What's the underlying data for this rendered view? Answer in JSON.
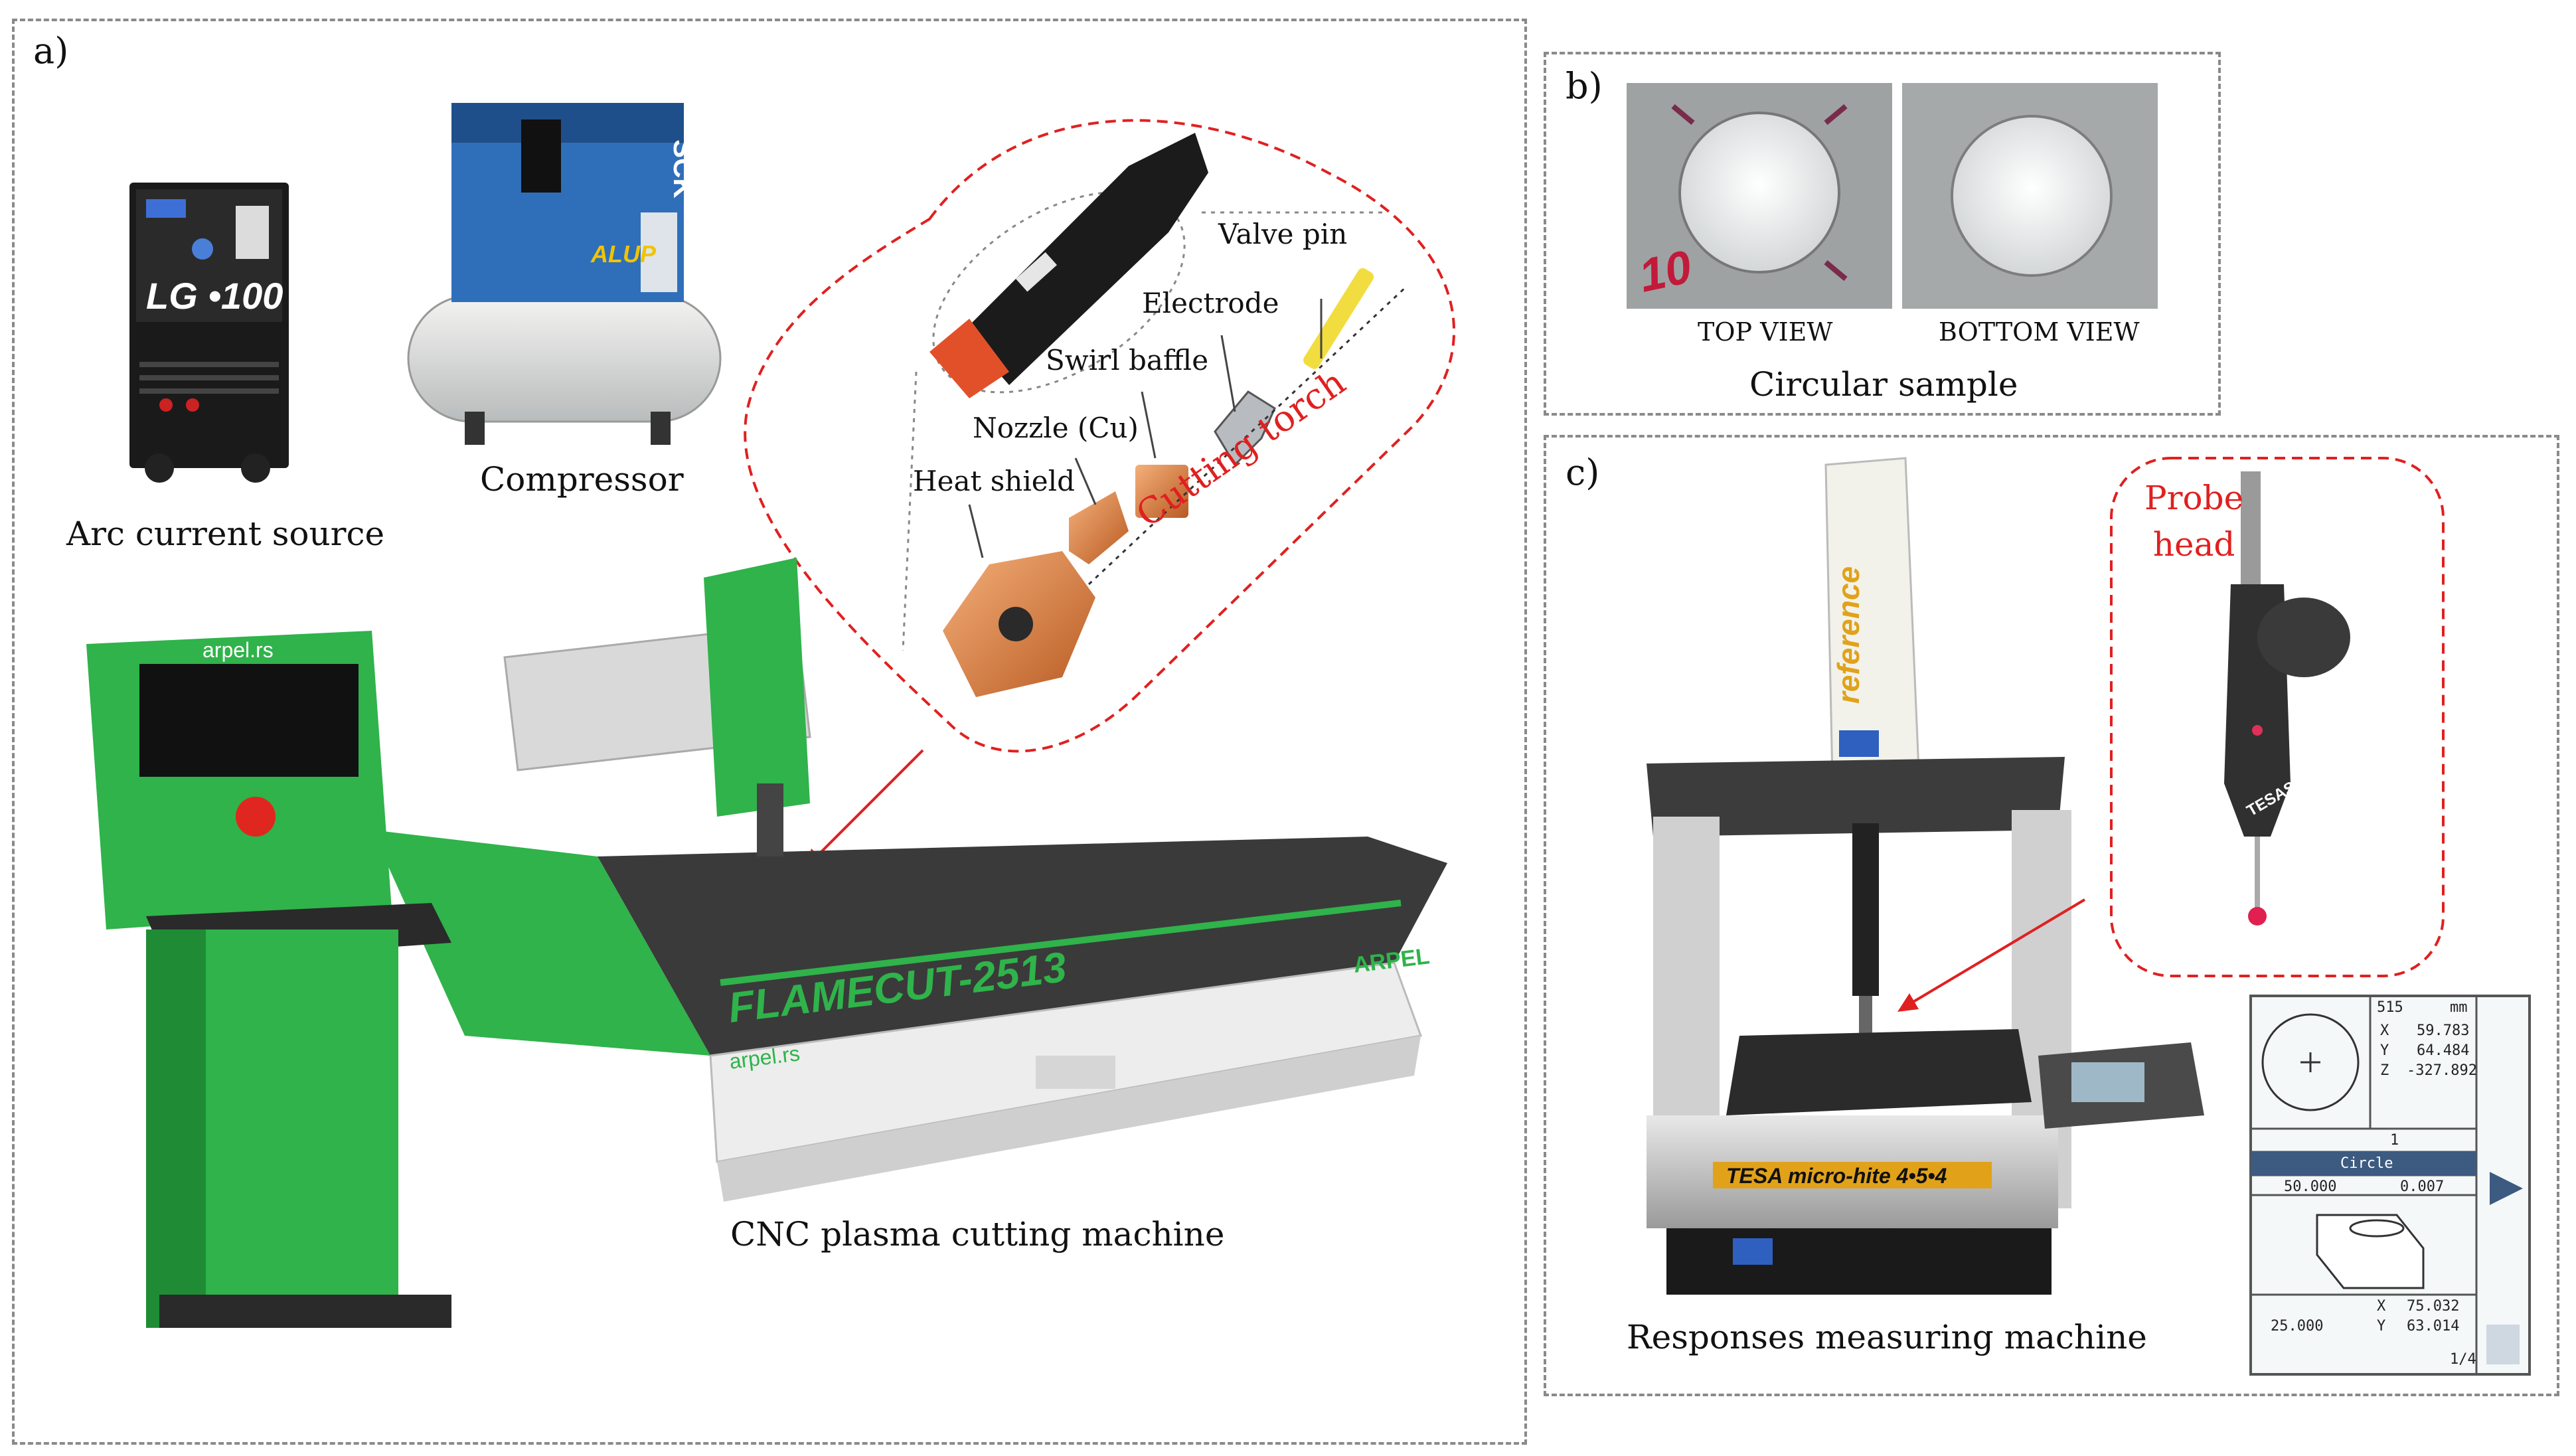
{
  "panels": {
    "a": {
      "label": "a)",
      "captions": {
        "arc_source": "Arc current source",
        "compressor": "Compressor",
        "cnc": "CNC plasma cutting machine"
      },
      "torch_parts": {
        "valve_pin": "Valve pin",
        "electrode": "Electrode",
        "swirl_baffle": "Swirl baffle",
        "nozzle": "Nozzle (Cu)",
        "heat_shield": "Heat shield",
        "cutting_torch": "Cutting torch"
      },
      "device_text": {
        "lg_model": "LG •100",
        "compressor_brand": "ALUP",
        "compressor_side": "SCK",
        "cnc_brand": "arpel.rs",
        "cnc_model": "FLAMECUT-2513",
        "cnc_logo": "ARPEL"
      }
    },
    "b": {
      "label": "b)",
      "top_view": "TOP VIEW",
      "bottom_view": "BOTTOM VIEW",
      "caption": "Circular sample",
      "sample_mark": "10"
    },
    "c": {
      "label": "c)",
      "probe_title": "Probe\nhead",
      "caption": "Responses measuring machine",
      "machine_text": {
        "column": "reference",
        "base": "TESA micro-hite 4•5•4",
        "probe_brand": "TESASTAR"
      },
      "screen": {
        "header": "515",
        "unit": "mm",
        "x_label": "X",
        "x_val": "59.783",
        "y_label": "Y",
        "y_val": "64.484",
        "z_label": "Z",
        "z_val": "-327.892",
        "one": "1",
        "shape": "Circle",
        "diameter": "50.000",
        "tolerance": "0.007",
        "x2_label": "X",
        "x2_val": "75.032",
        "y2_label": "Y",
        "y2_val": "63.014",
        "r_val": "25.000",
        "page": "1/4"
      }
    }
  },
  "colors": {
    "accent_red": "#e02020",
    "machine_green": "#2fb34a",
    "copper": "#d2763a"
  }
}
